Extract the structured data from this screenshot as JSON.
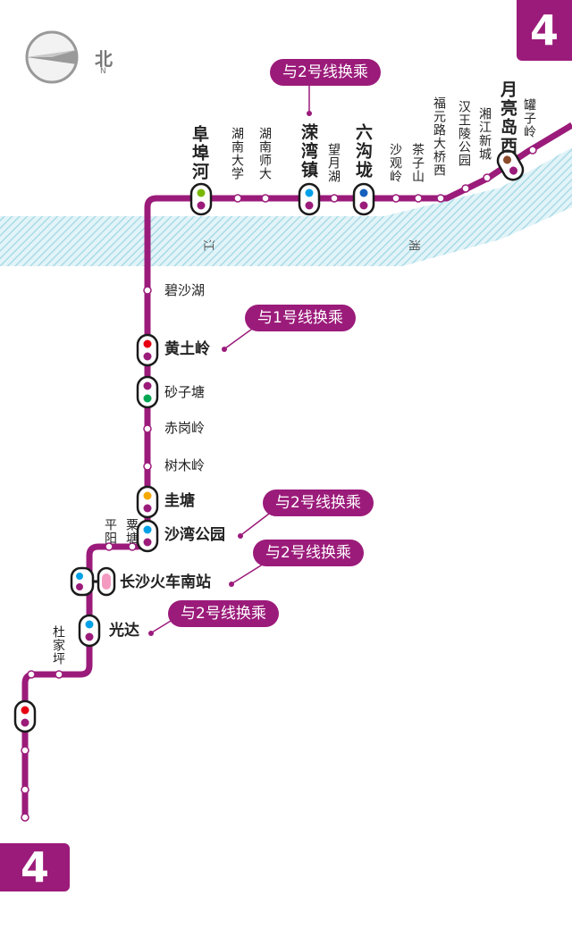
{
  "line_badge": "4",
  "compass": {
    "label": "北",
    "sublabel": "N"
  },
  "colors": {
    "line": "#9b1b7a",
    "river": "#bfe6ef",
    "ring": "#1a1a1a"
  },
  "river_text": [
    "江",
    "湘"
  ],
  "stations_v": [
    {
      "id": "fubuhe",
      "name": "阜埠河",
      "bold": true
    },
    {
      "id": "hunan-daxue",
      "name": "湖南大学",
      "bold": false
    },
    {
      "id": "hunan-shida",
      "name": "湖南师大",
      "bold": false
    },
    {
      "id": "yingwanzhen",
      "name": "溁湾镇",
      "bold": true
    },
    {
      "id": "wangyuehu",
      "name": "望月湖",
      "bold": false
    },
    {
      "id": "liugoulong",
      "name": "六沟垅",
      "bold": true
    },
    {
      "id": "shaguanling",
      "name": "沙观岭",
      "bold": false
    },
    {
      "id": "chazishan",
      "name": "茶子山",
      "bold": false
    },
    {
      "id": "fuyuanlu",
      "name": "福元路大桥西",
      "bold": false
    },
    {
      "id": "hanwangling",
      "name": "汉王陵公园",
      "bold": false
    },
    {
      "id": "xiangjiang-xincheng",
      "name": "湘江新城",
      "bold": false
    },
    {
      "id": "yueliangdao-xi",
      "name": "月亮岛西",
      "bold": true
    },
    {
      "id": "guanziling",
      "name": "罐子岭",
      "bold": false
    },
    {
      "id": "pingyang",
      "name": "平阳",
      "bold": false
    },
    {
      "id": "litang",
      "name": "粟塘",
      "bold": false
    },
    {
      "id": "dujiaping",
      "name": "杜家坪",
      "bold": false
    }
  ],
  "stations_h": [
    {
      "id": "bishahu",
      "name": "碧沙湖",
      "bold": false
    },
    {
      "id": "huangtuling",
      "name": "黄土岭",
      "bold": true
    },
    {
      "id": "shazitang",
      "name": "砂子塘",
      "bold": false
    },
    {
      "id": "chigangling",
      "name": "赤岗岭",
      "bold": false
    },
    {
      "id": "shumuling",
      "name": "树木岭",
      "bold": false
    },
    {
      "id": "guitang",
      "name": "圭塘",
      "bold": true
    },
    {
      "id": "shawan-gongyuan",
      "name": "沙湾公园",
      "bold": true
    },
    {
      "id": "changsha-huochenanzhan",
      "name": "长沙火车南站",
      "bold": true
    },
    {
      "id": "guangda",
      "name": "光达",
      "bold": true
    }
  ],
  "callouts": [
    {
      "id": "c1",
      "text": "与2号线换乘"
    },
    {
      "id": "c2",
      "text": "与1号线换乘"
    },
    {
      "id": "c3",
      "text": "与2号线换乘"
    },
    {
      "id": "c4",
      "text": "与2号线换乘"
    },
    {
      "id": "c5",
      "text": "与2号线换乘"
    }
  ]
}
